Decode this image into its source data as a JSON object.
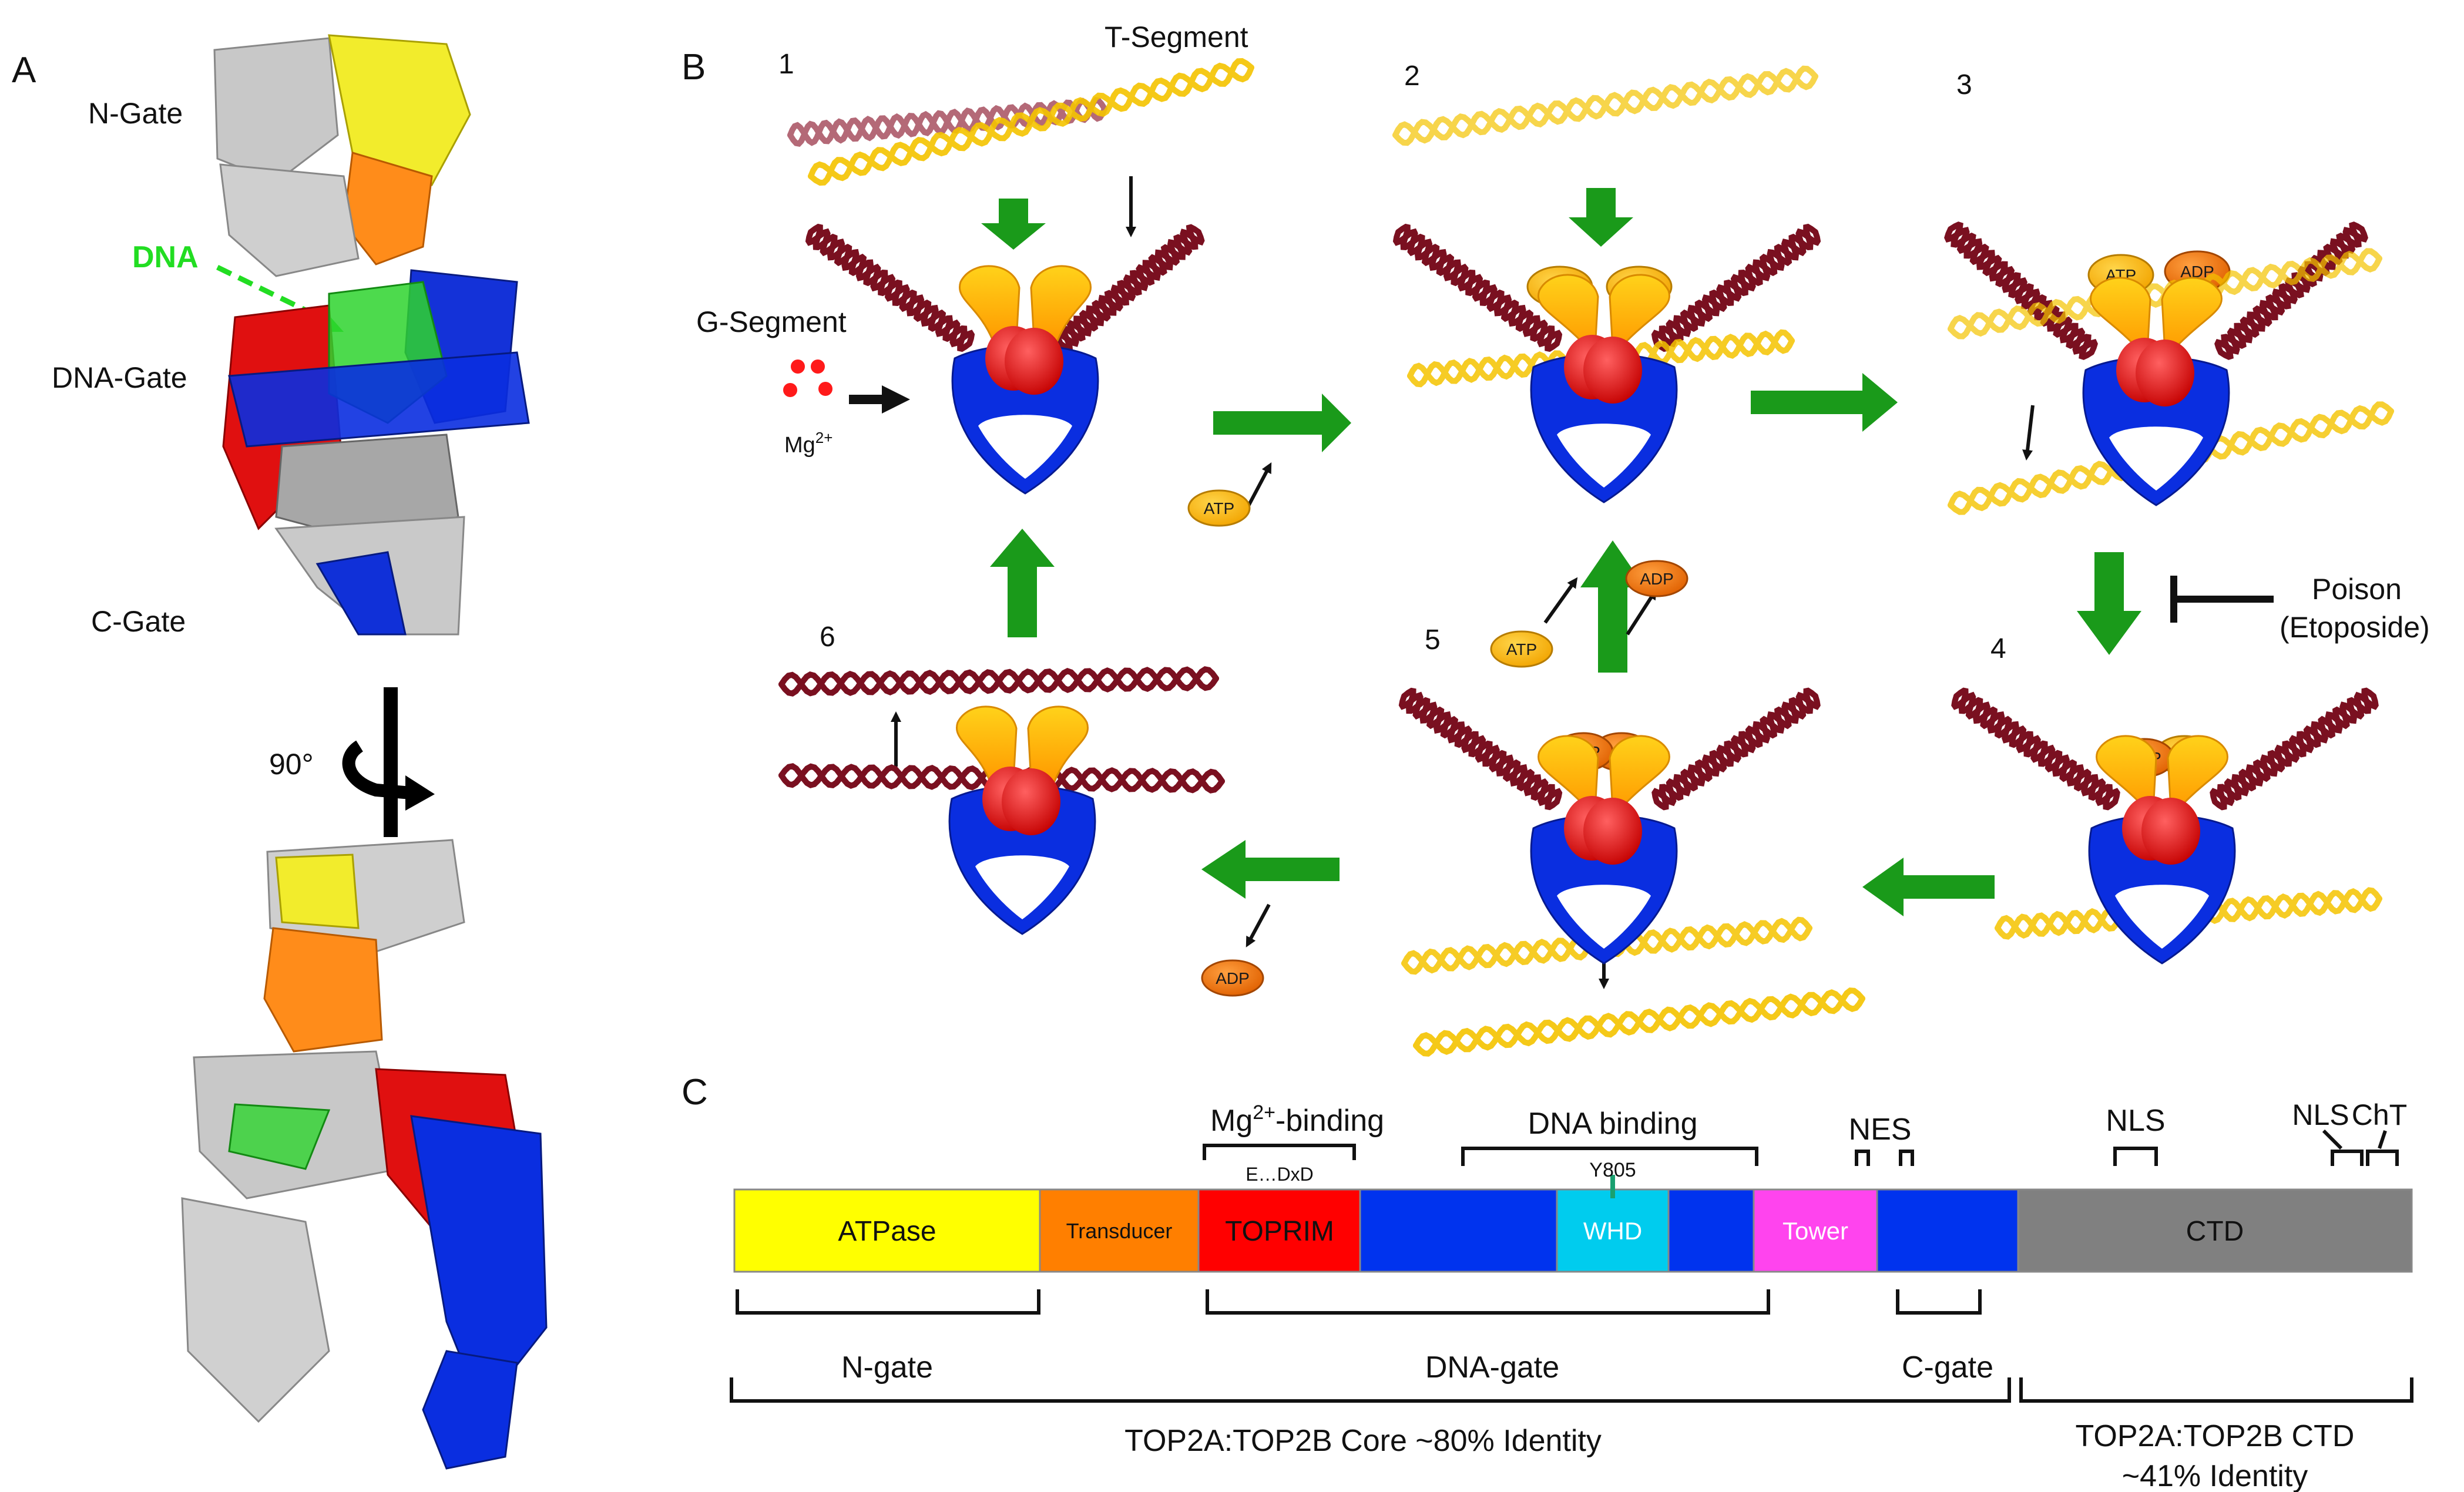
{
  "panel_a": {
    "label": "A",
    "gate_labels": [
      "N-Gate",
      "DNA-Gate",
      "C-Gate"
    ],
    "dna_label": "DNA",
    "rotation_label": "90°"
  },
  "panel_b": {
    "label": "B",
    "steps": [
      "1",
      "2",
      "3",
      "4",
      "5",
      "6"
    ],
    "t_segment": "T-Segment",
    "g_segment": "G-Segment",
    "mg": "Mg",
    "mg_sup": "2+",
    "atp": "ATP",
    "adp": "ADP",
    "poison": "Poison",
    "poison_note": "(Etoposide)",
    "step3_nucleotides": [
      "ATP",
      "ADP"
    ],
    "step4_nucleotides": [
      "ADP",
      "TP"
    ],
    "step5_nucleotides": [
      "ADP",
      "OP"
    ]
  },
  "panel_c": {
    "label": "C",
    "domains": [
      {
        "name": "ATPase",
        "color": "#ffff00"
      },
      {
        "name": "Transducer",
        "color": "#ff7f00"
      },
      {
        "name": "TOPRIM",
        "color": "#ff0000"
      },
      {
        "name": "WHD",
        "color": "#00ccee"
      },
      {
        "name": "Tower",
        "color": "#ff44ee"
      },
      {
        "name": "CTD",
        "color": "#808080"
      }
    ],
    "linker_color": "#0033ee",
    "mg_binding": "Mg",
    "mg_binding_sup": "2+",
    "mg_binding_suffix": "-binding",
    "motif": "E…DxD",
    "dna_binding": "DNA binding",
    "y805": "Y805",
    "nes": "NES",
    "nls_1": "NLS",
    "nls_2": "NLS",
    "cht": "ChT",
    "n_gate": "N-gate",
    "dna_gate": "DNA-gate",
    "c_gate": "C-gate",
    "core_identity": "TOP2A:TOP2B Core ~80% Identity",
    "ctd_identity_1": "TOP2A:TOP2B CTD",
    "ctd_identity_2": "~41% Identity"
  }
}
